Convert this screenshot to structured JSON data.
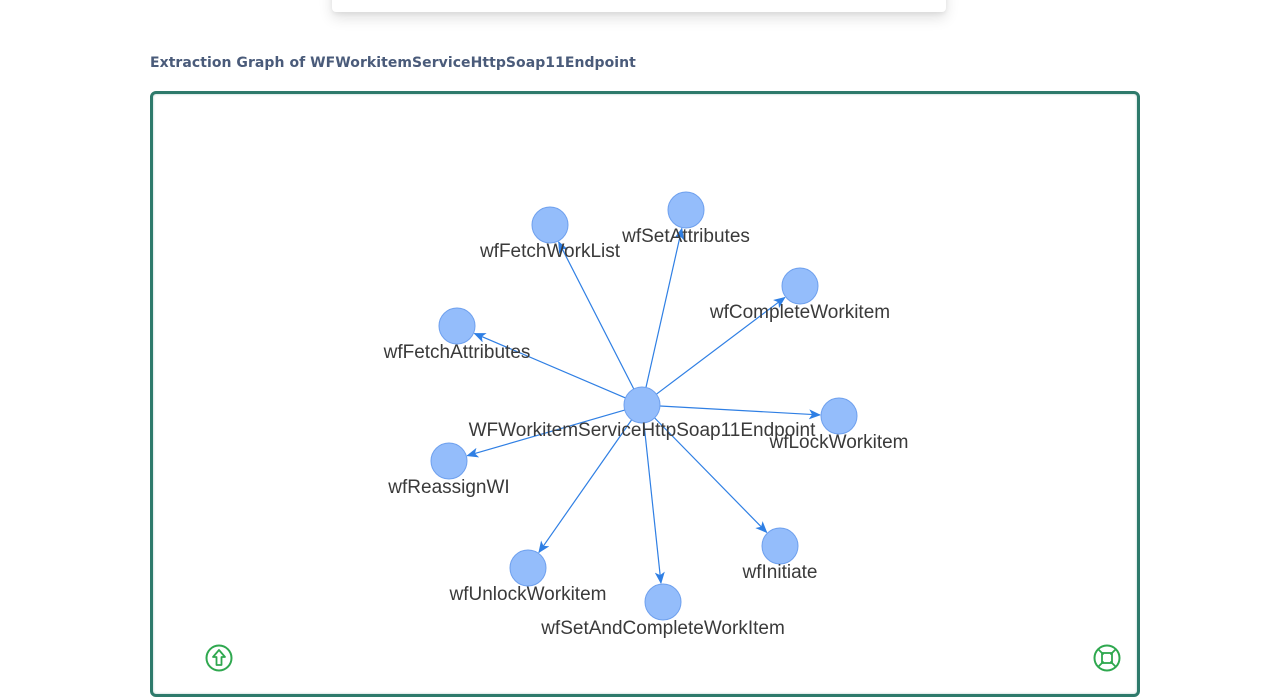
{
  "section_title": "Extraction Graph of WFWorkitemServiceHttpSoap11Endpoint",
  "graph": {
    "colors": {
      "node_fill": "#94bdfb",
      "node_stroke": "#6ea0ee",
      "edge": "#2f7fe4",
      "panel_border": "#2e7a6b",
      "control_icon": "#2fa84f"
    },
    "center": {
      "id": "WFWorkitemServiceHttpSoap11Endpoint",
      "label": "WFWorkitemServiceHttpSoap11Endpoint"
    },
    "nodes": [
      {
        "id": "wfFetchWorkList",
        "label": "wfFetchWorkList"
      },
      {
        "id": "wfSetAttributes",
        "label": "wfSetAttributes"
      },
      {
        "id": "wfCompleteWorkitem",
        "label": "wfCompleteWorkitem"
      },
      {
        "id": "wfFetchAttributes",
        "label": "wfFetchAttributes"
      },
      {
        "id": "wfLockWorkitem",
        "label": "wfLockWorkitem"
      },
      {
        "id": "wfReassignWI",
        "label": "wfReassignWI"
      },
      {
        "id": "wfInitiate",
        "label": "wfInitiate"
      },
      {
        "id": "wfUnlockWorkitem",
        "label": "wfUnlockWorkitem"
      },
      {
        "id": "wfSetAndCompleteWorkItem",
        "label": "wfSetAndCompleteWorkItem"
      }
    ],
    "edges": [
      {
        "from": "WFWorkitemServiceHttpSoap11Endpoint",
        "to": "wfFetchWorkList"
      },
      {
        "from": "WFWorkitemServiceHttpSoap11Endpoint",
        "to": "wfSetAttributes"
      },
      {
        "from": "WFWorkitemServiceHttpSoap11Endpoint",
        "to": "wfCompleteWorkitem"
      },
      {
        "from": "WFWorkitemServiceHttpSoap11Endpoint",
        "to": "wfFetchAttributes"
      },
      {
        "from": "WFWorkitemServiceHttpSoap11Endpoint",
        "to": "wfLockWorkitem"
      },
      {
        "from": "WFWorkitemServiceHttpSoap11Endpoint",
        "to": "wfReassignWI"
      },
      {
        "from": "WFWorkitemServiceHttpSoap11Endpoint",
        "to": "wfInitiate"
      },
      {
        "from": "WFWorkitemServiceHttpSoap11Endpoint",
        "to": "wfUnlockWorkitem"
      },
      {
        "from": "WFWorkitemServiceHttpSoap11Endpoint",
        "to": "wfSetAndCompleteWorkItem"
      }
    ]
  },
  "controls": {
    "navigate_up_icon": "arrow-up-circle-icon",
    "fit_view_icon": "fit-view-icon"
  }
}
